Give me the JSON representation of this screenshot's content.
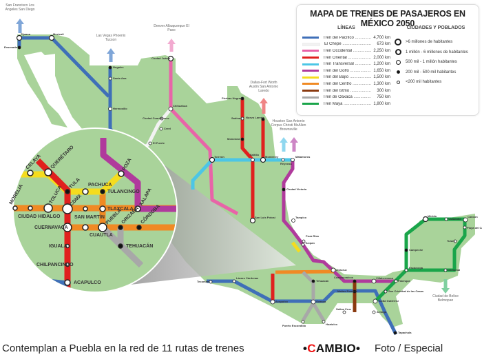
{
  "legend": {
    "title": "MAPA DE TRENES DE PASAJEROS EN MÉXICO 2050",
    "lines_heading": "LÍNEAS",
    "cities_heading": "CIUDADES Y POBLADOS",
    "lines": [
      {
        "name": "Tren del Pacífico",
        "km": "4,700 km",
        "color": "#3f6fb8"
      },
      {
        "name": "El Chepe",
        "km": "673 km",
        "color": "#f2f2f2"
      },
      {
        "name": "Tren Occidental",
        "km": "2,250 km",
        "color": "#e864a8"
      },
      {
        "name": "Tren Oriental",
        "km": "2,000 km",
        "color": "#e0201e"
      },
      {
        "name": "Tren Transversal",
        "km": "1,200 km",
        "color": "#4cc6e6"
      },
      {
        "name": "Tren del Golfo",
        "km": "1,650 km",
        "color": "#b03a9c"
      },
      {
        "name": "Tren del Bajío",
        "km": "1,500 km",
        "color": "#f5dc1e"
      },
      {
        "name": "Tren del Centro",
        "km": "1,300 km",
        "color": "#f08a24"
      },
      {
        "name": "Tren del Istmo",
        "km": "300 km",
        "color": "#8a3a10"
      },
      {
        "name": "Tren de Oaxaca",
        "km": "750 km",
        "color": "#a8a8a8"
      },
      {
        "name": "Tren Maya",
        "km": "1,800 km",
        "color": "#1aa54a"
      }
    ],
    "cities": [
      {
        "label": ">6 millones de habitantes",
        "symbol": "open-circle-xl"
      },
      {
        "label": "1 millón - 6 millones de habitantes",
        "symbol": "open-circle-l"
      },
      {
        "label": "500 mil - 1 millón habitantes",
        "symbol": "open-circle-m"
      },
      {
        "label": "200 mil - 500 mil habitantes",
        "symbol": "filled-dot"
      },
      {
        "label": "<200 mil habitantes",
        "symbol": "small-circle"
      }
    ]
  },
  "map": {
    "land_color": "#a9d39a",
    "arrows": {
      "california": "San Francisco Los Angeles San Diego",
      "arizona": "Las Vegas Phoenix Tucson",
      "newmexico": "Denver Albuquerque El Paso",
      "texas": "Dallas-Fort Worth Austin San Antonio Laredo",
      "gulf": "Houston San Antonio Corpus Christi McAllen Brownsville",
      "belize": "Ciudad de Belice Belmopan"
    },
    "cities": {
      "tijuana": "Tijuana",
      "ensenada": "Ensenada",
      "mexicali": "Mexicali",
      "nogales": "Nogales",
      "santa_ana": "Santa Ana",
      "hermosillo": "Hermosillo",
      "cd_juarez": "Ciudad Juárez",
      "chihuahua": "Chihuahua",
      "cd_cuauhtemoc": "Ciudad Cuauhtémoc",
      "creel": "Creel",
      "el_fuerte": "El Fuerte",
      "piedras_negras": "Piedras Negras",
      "sabinas": "Sabinas",
      "nuevo_laredo": "Nuevo Laredo",
      "monclova": "Monclova",
      "monterrey": "Monterrey",
      "saltillo": "Saltillo",
      "reynosa": "Reynosa",
      "matamoros": "Matamoros",
      "torreon": "Torreón",
      "cd_victoria": "Ciudad Victoria",
      "san_luis_potosi": "San Luis Potosí",
      "tampico": "Tampico",
      "tuxpan": "Tuxpan",
      "poza_rica": "Poza Rica",
      "veracruz": "Veracruz",
      "coatzacoalcos": "Coatzacoalcos",
      "villahermosa": "Villahermosa",
      "palenque": "Palenque",
      "merida": "Mérida",
      "cancun": "Cancún",
      "valladolid": "Valladolid",
      "tulum": "Tulum",
      "chetumal": "Chetumal",
      "campeche": "Campeche",
      "escarcega": "Escárcega",
      "tuxtla": "Tuxtla Gutiérrez",
      "tapachula": "Tapachula",
      "oaxaca": "Oaxaca",
      "puerto_escondido": "Puerto Escondido",
      "huatulco": "Huatulco",
      "tehuacan": "Tehuacán",
      "acapulco": "Acapulco",
      "tecoman": "Tecomán",
      "lazaro_cardenas": "Lázaro Cárdenas",
      "salina_cruz": "Salina Cruz",
      "matias_romero": "Matías Romero",
      "arriaga": "Arriaga",
      "san_cristobal": "San Cristóbal de las Casas",
      "playa_del_carmen": "Playa del Carmen"
    },
    "zoom_cities": {
      "queretaro": "QUERÉTARO",
      "celaya": "CELAYA",
      "tula": "TULA",
      "pachuca": "PACHUCA",
      "tulancingo": "TULANCINGO",
      "poza": "POZA",
      "morelia": "MORELIA",
      "cd_hidalgo": "CIUDAD HIDALGO",
      "toluca": "TOLUCA",
      "cdmx": "CDMX",
      "san_martin": "SAN MARTÍN",
      "tlaxcala": "TLAXCALA",
      "xalapa": "XALAPA",
      "cuernavaca": "CUERNAVACA",
      "cuautla": "CUAUTLA",
      "puebla": "PUEBLA",
      "orizaba": "ORIZABA",
      "cordoba": "CÓRDOBA",
      "tehuacan": "TEHUACÁN",
      "iguala": "IGUALA",
      "chilpancingo": "CHILPANCINGO",
      "acapulco": "ACAPULCO"
    }
  },
  "caption": {
    "text": "Contemplan a Puebla en la red de 11 rutas de trenes",
    "logo_prefix": "•",
    "logo_c": "C",
    "logo_rest": "AMBIO•",
    "credit": "Foto / Especial"
  }
}
